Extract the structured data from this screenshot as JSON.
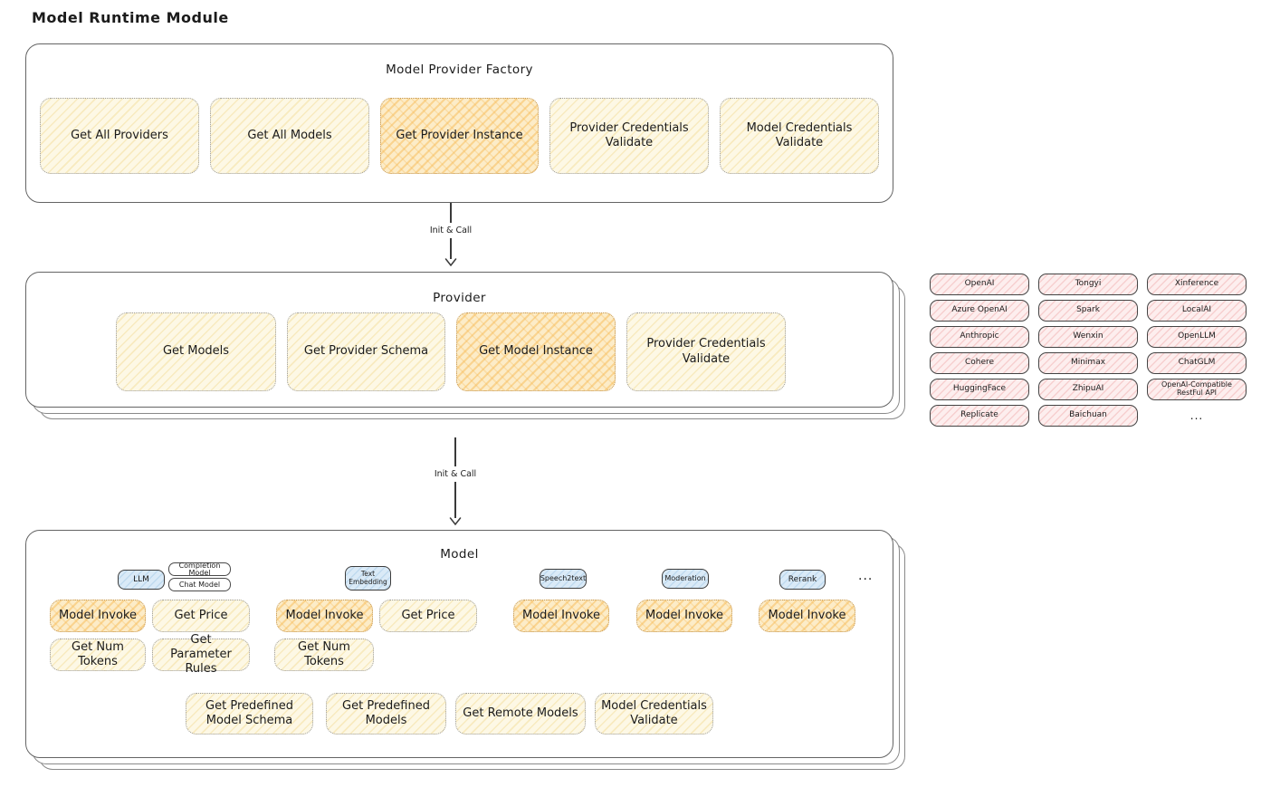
{
  "title": "Model Runtime Module",
  "arrows": {
    "top": "Init & Call",
    "bottom": "Init & Call"
  },
  "factory": {
    "title": "Model Provider Factory",
    "items": [
      {
        "label": "Get All Providers",
        "highlighted": false
      },
      {
        "label": "Get All Models",
        "highlighted": false
      },
      {
        "label": "Get Provider Instance",
        "highlighted": true
      },
      {
        "label": "Provider Credentials Validate",
        "highlighted": false
      },
      {
        "label": "Model Credentials Validate",
        "highlighted": false
      }
    ]
  },
  "provider": {
    "title": "Provider",
    "items": [
      {
        "label": "Get Models",
        "highlighted": false
      },
      {
        "label": "Get Provider Schema",
        "highlighted": false
      },
      {
        "label": "Get Model Instance",
        "highlighted": true
      },
      {
        "label": "Provider Credentials Validate",
        "highlighted": false
      }
    ]
  },
  "provider_registry": {
    "items": [
      "OpenAI",
      "Tongyi",
      "Xinference",
      "Azure OpenAI",
      "Spark",
      "LocalAI",
      "Anthropic",
      "Wenxin",
      "OpenLLM",
      "Cohere",
      "Minimax",
      "ChatGLM",
      "HuggingFace",
      "ZhipuAI",
      "OpenAI-Compatible RestFul API",
      "Replicate",
      "Baichuan"
    ],
    "more": "..."
  },
  "model": {
    "title": "Model",
    "type_tags": {
      "llm": "LLM",
      "completion_model": "Completion Model",
      "chat_model": "Chat Model",
      "text_embedding": "Text Embedding",
      "speech2text": "Speech2text",
      "moderation": "Moderation",
      "rerank": "Rerank",
      "more": "..."
    },
    "llm": {
      "invoke": "Model Invoke",
      "price": "Get Price",
      "tokens": "Get Num Tokens",
      "rules": "Get Parameter Rules"
    },
    "text_embedding": {
      "invoke": "Model Invoke",
      "price": "Get Price",
      "tokens": "Get Num Tokens"
    },
    "speech2text": {
      "invoke": "Model Invoke"
    },
    "moderation": {
      "invoke": "Model Invoke"
    },
    "rerank": {
      "invoke": "Model Invoke"
    },
    "shared": {
      "predefined_schema": "Get Predefined Model Schema",
      "predefined_models": "Get Predefined Models",
      "remote_models": "Get Remote Models",
      "credentials_validate": "Model Credentials Validate"
    }
  },
  "colors": {
    "highlight_fill": "#fcecc8",
    "soft_fill": "#fdf8e5",
    "provider_fill": "#fdeeee",
    "tag_fill": "#daeaf7",
    "ink": "#1b1b1b"
  }
}
